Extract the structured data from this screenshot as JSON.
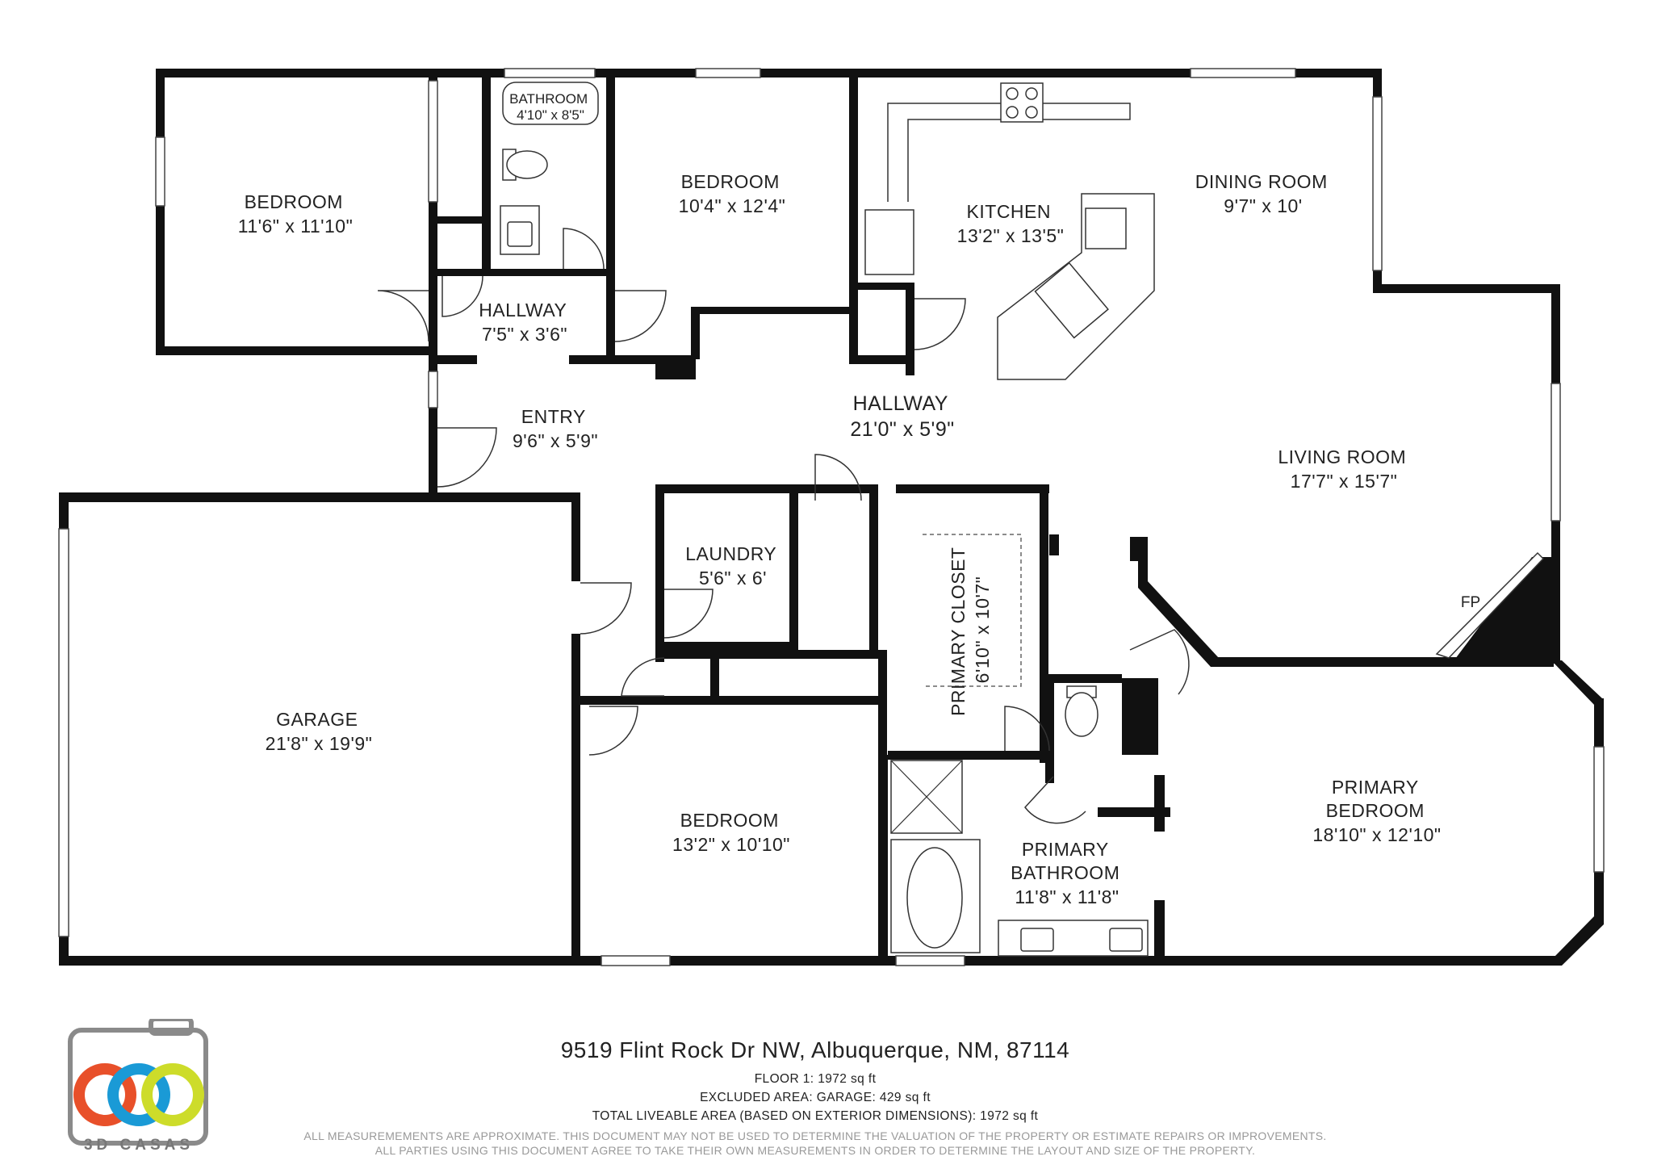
{
  "rooms": {
    "bedroom_nw": {
      "name": "BEDROOM",
      "dims": "11'6\" x 11'10\""
    },
    "bathroom": {
      "name": "BATHROOM",
      "dims": "4'10\" x 8'5\""
    },
    "bedroom_n": {
      "name": "BEDROOM",
      "dims": "10'4\" x 12'4\""
    },
    "kitchen": {
      "name": "KITCHEN",
      "dims": "13'2\" x 13'5\""
    },
    "dining": {
      "name": "DINING ROOM",
      "dims": "9'7\" x 10'"
    },
    "hallway_small": {
      "name": "HALLWAY",
      "dims": "7'5\" x 3'6\""
    },
    "hallway_main": {
      "name": "HALLWAY",
      "dims": "21'0\" x 5'9\""
    },
    "entry": {
      "name": "ENTRY",
      "dims": "9'6\" x 5'9\""
    },
    "living": {
      "name": "LIVING ROOM",
      "dims": "17'7\" x 15'7\""
    },
    "laundry": {
      "name": "LAUNDRY",
      "dims": "5'6\" x 6'"
    },
    "primary_closet": {
      "name": "PRIMARY CLOSET",
      "dims": "6'10\" x 10'7\""
    },
    "garage": {
      "name": "GARAGE",
      "dims": "21'8\" x 19'9\""
    },
    "bedroom_s": {
      "name": "BEDROOM",
      "dims": "13'2\" x 10'10\""
    },
    "primary_bath": {
      "name_1": "PRIMARY",
      "name_2": "BATHROOM",
      "dims": "11'8\" x 11'8\""
    },
    "primary_bed": {
      "name_1": "PRIMARY",
      "name_2": "BEDROOM",
      "dims": "18'10\" x 12'10\""
    },
    "fireplace": {
      "name": "FP"
    }
  },
  "footer": {
    "address": "9519 Flint Rock Dr NW, Albuquerque, NM, 87114",
    "floor": "FLOOR 1: 1972 sq ft",
    "excluded": "EXCLUDED AREA: GARAGE: 429 sq ft",
    "total": "TOTAL LIVEABLE AREA (BASED ON EXTERIOR DIMENSIONS): 1972 sq ft",
    "disclaimer_1": "ALL MEASUREMEMENTS ARE APPROXIMATE. THIS DOCUMENT MAY NOT BE USED TO DETERMINE THE VALUATION OF THE PROPERTY OR ESTIMATE REPAIRS OR IMPROVEMENTS.",
    "disclaimer_2": "ALL PARTIES USING THIS DOCUMENT AGREE TO TAKE THEIR OWN MEASUREMENTS IN ORDER TO DETERMINE THE LAYOUT AND SIZE OF THE PROPERTY."
  },
  "logo": {
    "text": "3D CASAS",
    "colors": {
      "frame": "#8a8a8a",
      "red": "#e8502a",
      "blue": "#1a9ad6",
      "yellow": "#cddc2a"
    }
  }
}
